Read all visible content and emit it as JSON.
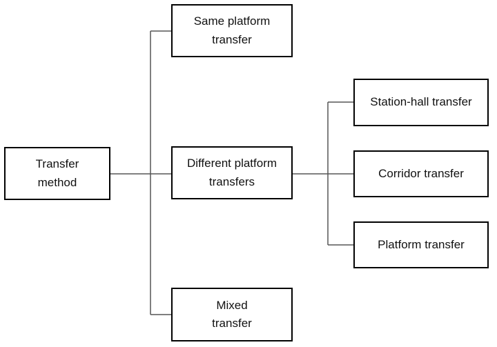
{
  "diagram": {
    "root": {
      "label_line1": "Transfer",
      "label_line2": "method"
    },
    "same_platform": {
      "label_line1": "Same platform",
      "label_line2": "transfer"
    },
    "different_platform": {
      "label_line1": "Different platform",
      "label_line2": "transfers"
    },
    "mixed": {
      "label_line1": "Mixed",
      "label_line2": "transfer"
    },
    "station_hall": {
      "label": "Station-hall transfer"
    },
    "corridor": {
      "label": "Corridor transfer"
    },
    "platform": {
      "label": "Platform transfer"
    }
  },
  "colors": {
    "line": "#555555",
    "border": "#000000",
    "text": "#111111"
  }
}
